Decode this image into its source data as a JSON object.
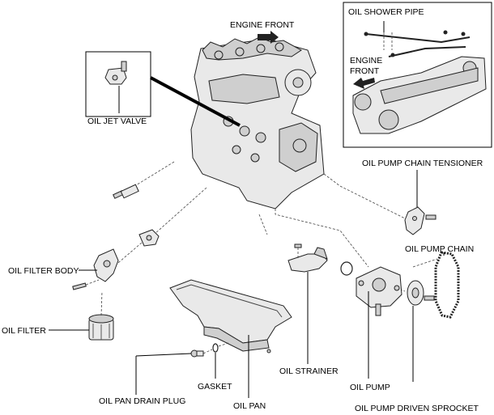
{
  "labels": {
    "engine_front_main": "ENGINE FRONT",
    "oil_jet_valve": "OIL JET VALVE",
    "oil_shower_pipe": "OIL SHOWER PIPE",
    "engine_front_inset_1": "ENGINE",
    "engine_front_inset_2": "FRONT",
    "oil_pump_chain_tensioner": "OIL PUMP CHAIN TENSIONER",
    "oil_pump_chain": "OIL PUMP CHAIN",
    "oil_filter_body": "OIL FILTER BODY",
    "oil_filter": "OIL FILTER",
    "oil_strainer": "OIL STRAINER",
    "oil_pump": "OIL PUMP",
    "gasket": "GASKET",
    "oil_pan_drain_plug": "OIL PAN DRAIN PLUG",
    "oil_pan": "OIL PAN",
    "oil_pump_driven_sprocket": "OIL PUMP DRIVEN SPROCKET"
  }
}
